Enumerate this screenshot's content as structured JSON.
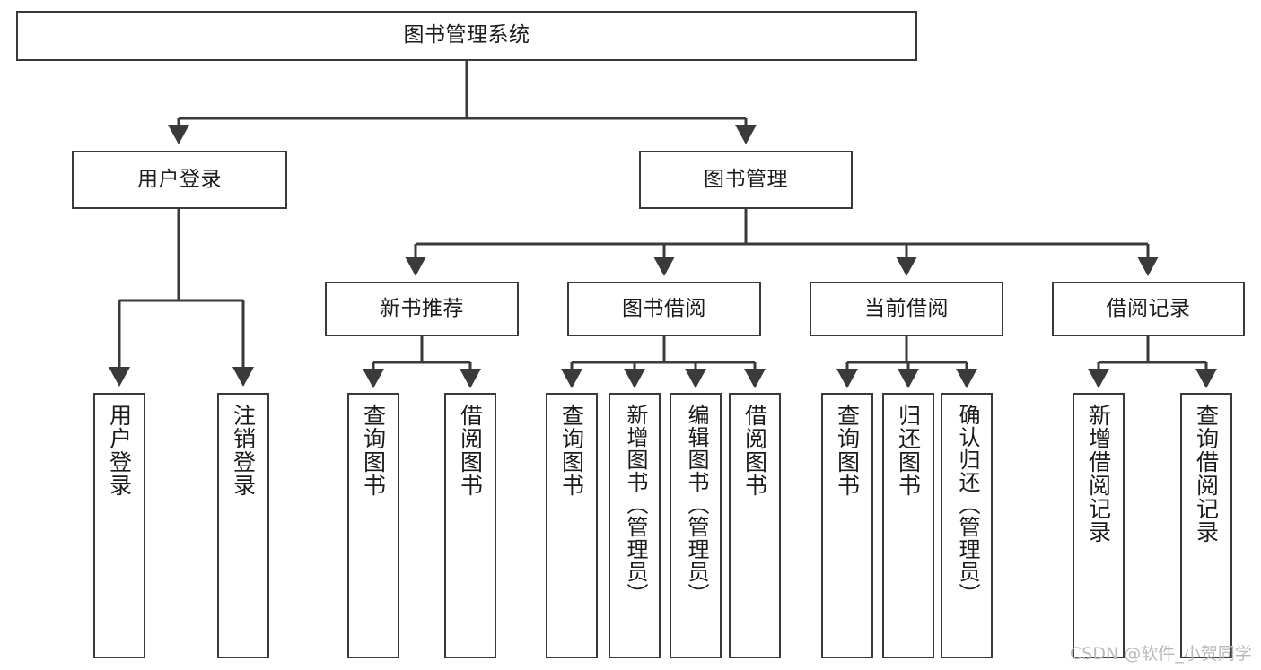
{
  "diagram": {
    "type": "hierarchy-tree",
    "title": "图书管理系统",
    "root": {
      "id": "root",
      "label": "图书管理系统"
    },
    "level2": [
      {
        "id": "user-login",
        "label": "用户登录"
      },
      {
        "id": "book-management",
        "label": "图书管理"
      }
    ],
    "level3": [
      {
        "id": "new-book-recommend",
        "label": "新书推荐"
      },
      {
        "id": "book-borrow",
        "label": "图书借阅"
      },
      {
        "id": "current-borrow",
        "label": "当前借阅"
      },
      {
        "id": "borrow-record",
        "label": "借阅记录"
      }
    ],
    "leaves": {
      "user_login": [
        {
          "id": "leaf-user-login",
          "label": "用户登录"
        },
        {
          "id": "leaf-logout-login",
          "label": "注销登录"
        }
      ],
      "new_book_recommend": [
        {
          "id": "leaf-query-book-1",
          "label": "查询图书"
        },
        {
          "id": "leaf-borrow-book-1",
          "label": "借阅图书"
        }
      ],
      "book_borrow": [
        {
          "id": "leaf-query-book-2",
          "label": "查询图书"
        },
        {
          "id": "leaf-add-book",
          "label": "新增图书（管理员）"
        },
        {
          "id": "leaf-edit-book",
          "label": "编辑图书（管理员）"
        },
        {
          "id": "leaf-borrow-book-2",
          "label": "借阅图书"
        }
      ],
      "current_borrow": [
        {
          "id": "leaf-query-book-3",
          "label": "查询图书"
        },
        {
          "id": "leaf-return-book",
          "label": "归还图书"
        },
        {
          "id": "leaf-confirm-return",
          "label": "确认归还（管理员）"
        }
      ],
      "borrow_record": [
        {
          "id": "leaf-add-record",
          "label": "新增借阅记录"
        },
        {
          "id": "leaf-query-record",
          "label": "查询借阅记录"
        }
      ]
    }
  },
  "watermark": {
    "text": "CSDN @软件_小贺同学"
  },
  "colors": {
    "stroke": "#3a3a3a",
    "text": "#1b1b1b",
    "background": "#ffffff",
    "watermark": "#b9b9b9"
  }
}
